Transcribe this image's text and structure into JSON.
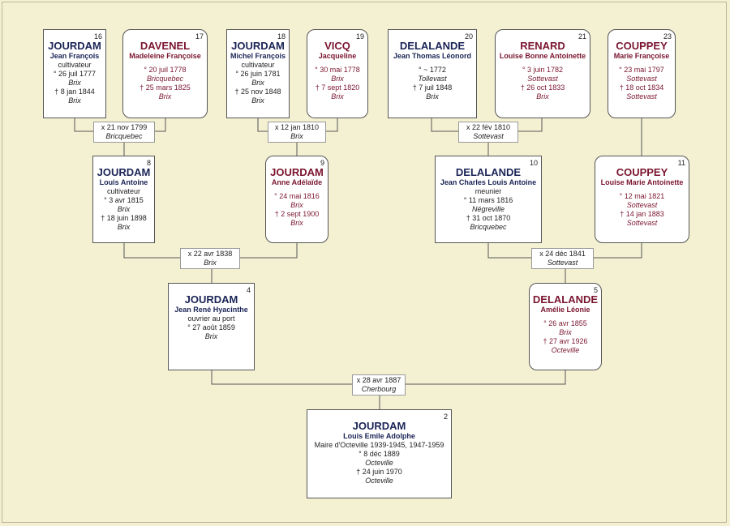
{
  "persons": {
    "p16": {
      "num": "16",
      "surname": "JOURDAM",
      "given": "Jean François",
      "occupation": "cultivateur",
      "birth": "° 26 juil 1777",
      "birth_place": "Brix",
      "death": "† 8 jan 1844",
      "death_place": "Brix"
    },
    "p17": {
      "num": "17",
      "surname": "DAVENEL",
      "given": "Madeleine Françoise",
      "birth": "° 20 juil 1778",
      "birth_place": "Bricquebec",
      "death": "† 25 mars 1825",
      "death_place": "Brix"
    },
    "p18": {
      "num": "18",
      "surname": "JOURDAM",
      "given": "Michel François",
      "occupation": "cultivateur",
      "birth": "° 26 juin 1781",
      "birth_place": "Brix",
      "death": "† 25 nov 1848",
      "death_place": "Brix"
    },
    "p19": {
      "num": "19",
      "surname": "VICQ",
      "given": "Jacqueline",
      "birth": "° 30 mai 1778",
      "birth_place": "Brix",
      "death": "† 7 sept 1820",
      "death_place": "Brix"
    },
    "p20": {
      "num": "20",
      "surname": "DELALANDE",
      "given": "Jean Thomas Léonord",
      "birth": "° ~ 1772",
      "birth_place": "Tollevast",
      "death": "† 7 juil 1848",
      "death_place": "Brix"
    },
    "p21": {
      "num": "21",
      "surname": "RENARD",
      "given": "Louise Bonne Antoinette",
      "birth": "° 3 juin 1782",
      "birth_place": "Sottevast",
      "death": "† 26 oct 1833",
      "death_place": "Brix"
    },
    "p23": {
      "num": "23",
      "surname": "COUPPEY",
      "given": "Marie Françoise",
      "birth": "° 23 mai 1797",
      "birth_place": "Sottevast",
      "death": "† 18 oct 1834",
      "death_place": "Sottevast"
    },
    "p8": {
      "num": "8",
      "surname": "JOURDAM",
      "given": "Louis Antoine",
      "occupation": "cultivateur",
      "birth": "° 3 avr 1815",
      "birth_place": "Brix",
      "death": "† 18 juin 1898",
      "death_place": "Brix"
    },
    "p9": {
      "num": "9",
      "surname": "JOURDAM",
      "given": "Anne Adélaïde",
      "birth": "° 24 mai 1816",
      "birth_place": "Brix",
      "death": "† 2 sept 1900",
      "death_place": "Brix"
    },
    "p10": {
      "num": "10",
      "surname": "DELALANDE",
      "given": "Jean Charles Louis Antoine",
      "occupation": "meunier",
      "birth": "° 11 mars 1816",
      "birth_place": "Négreville",
      "death": "† 31 oct 1870",
      "death_place": "Bricquebec"
    },
    "p11": {
      "num": "11",
      "surname": "COUPPEY",
      "given": "Louise Marie Antoinette",
      "birth": "° 12 mai 1821",
      "birth_place": "Sottevast",
      "death": "† 14 jan 1883",
      "death_place": "Sottevast"
    },
    "p4": {
      "num": "4",
      "surname": "JOURDAM",
      "given": "Jean René Hyacinthe",
      "occupation": "ouvrier au port",
      "birth": "° 27 août 1859",
      "birth_place": "Brix"
    },
    "p5": {
      "num": "5",
      "surname": "DELALANDE",
      "given": "Amélie Léonie",
      "birth": "° 26 avr 1855",
      "birth_place": "Brix",
      "death": "† 27 avr 1926",
      "death_place": "Octeville"
    },
    "p2": {
      "num": "2",
      "surname": "JOURDAM",
      "given": "Louis Emile Adolphe",
      "occupation": "Maire d'Octeville 1939-1945, 1947-1959",
      "birth": "° 8 déc 1889",
      "birth_place": "Octeville",
      "death": "† 24 juin 1970",
      "death_place": "Octeville"
    }
  },
  "marriages": {
    "m16_17": {
      "date": "x 21 nov 1799",
      "place": "Bricquebec"
    },
    "m18_19": {
      "date": "x 12 jan 1810",
      "place": "Brix"
    },
    "m20_21": {
      "date": "x 22 fév 1810",
      "place": "Sottevast"
    },
    "m8_9": {
      "date": "x 22 avr 1838",
      "place": "Brix"
    },
    "m10_11": {
      "date": "x 24 déc 1841",
      "place": "Sottevast"
    },
    "m4_5": {
      "date": "x 28 avr 1887",
      "place": "Cherbourg"
    }
  },
  "colors": {
    "background": "#f4f1d3",
    "male_name": "#1a2456",
    "female_name": "#7a1530",
    "line": "#555555"
  }
}
